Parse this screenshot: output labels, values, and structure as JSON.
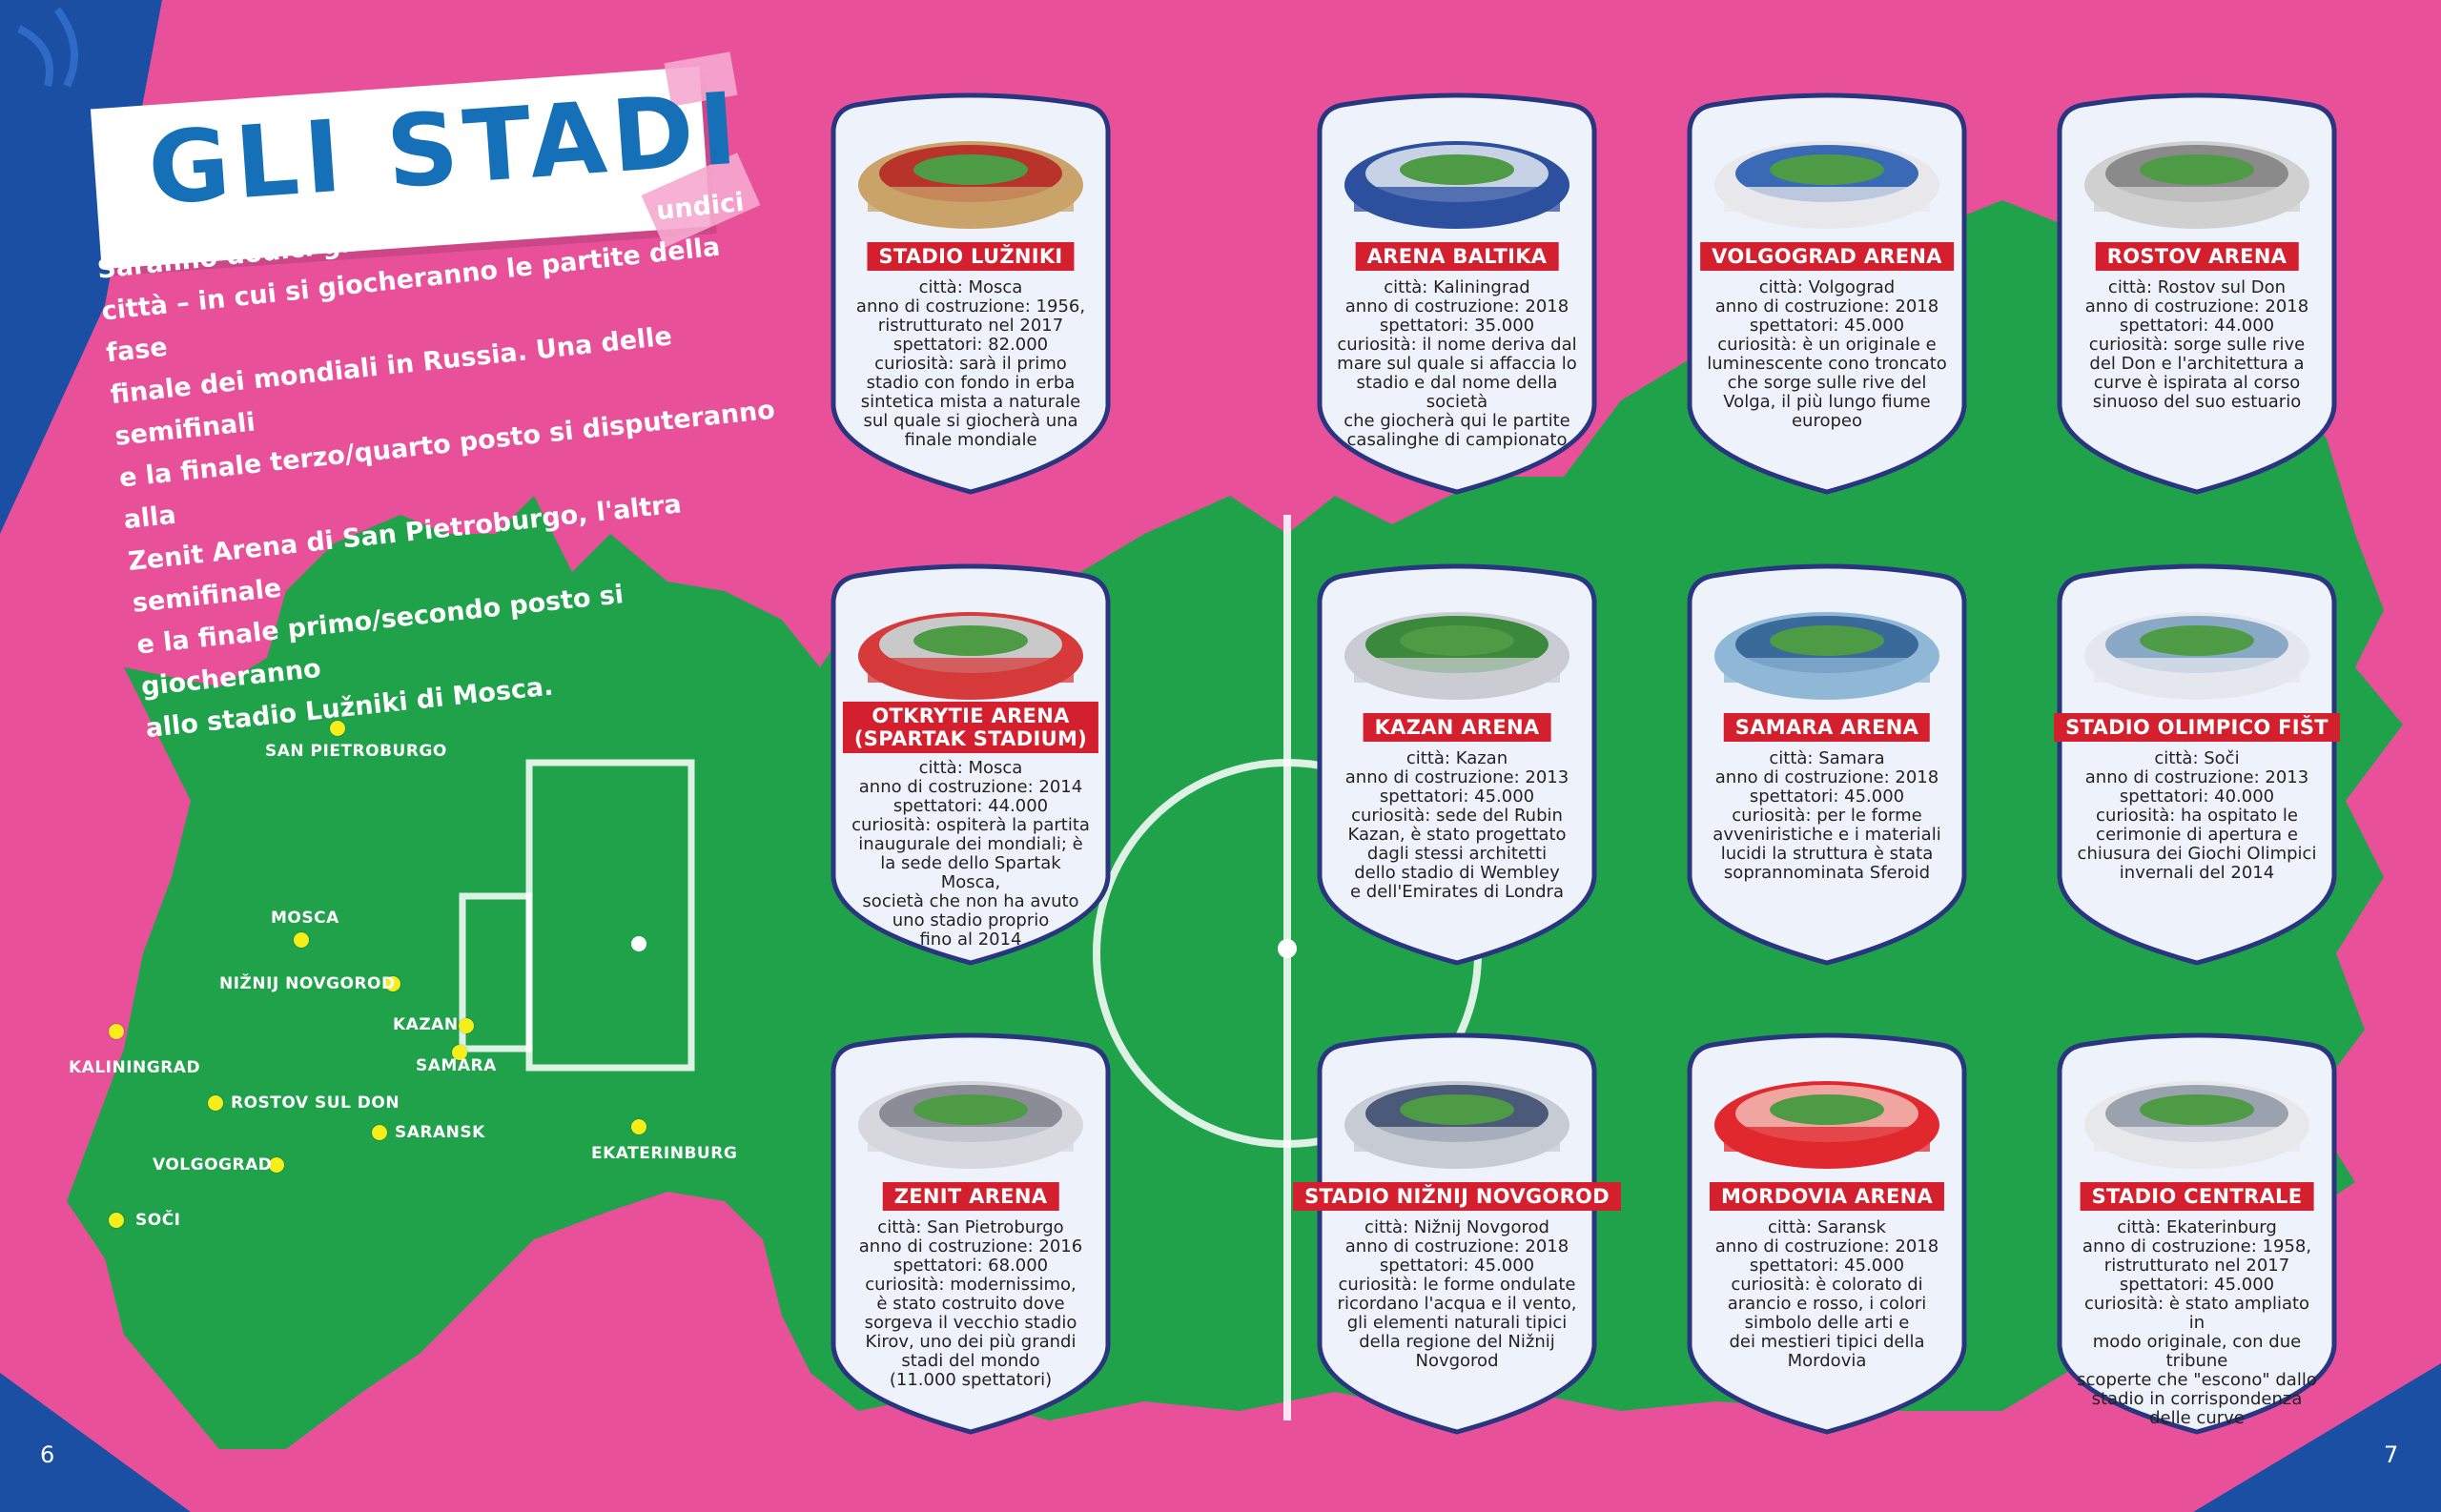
{
  "title": "GLI STADI",
  "intro_lines": [
    "Saranno dodici gli stadi – distribuiti in undici",
    "città – in cui si giocheranno le partite della fase",
    "finale dei mondiali in Russia. Una delle semifinali",
    "e la finale terzo/quarto posto si disputeranno alla",
    "Zenit Arena di San Pietroburgo, l'altra semifinale",
    "e la finale primo/secondo posto si giocheranno",
    "allo stadio Lužniki di Mosca."
  ],
  "map_cities": [
    {
      "name": "SAN PIETROBURGO"
    },
    {
      "name": "MOSCA"
    },
    {
      "name": "NIŽNIJ NOVGOROD"
    },
    {
      "name": "KAZAN"
    },
    {
      "name": "SAMARA"
    },
    {
      "name": "KALININGRAD"
    },
    {
      "name": "ROSTOV SUL DON"
    },
    {
      "name": "SARANSK"
    },
    {
      "name": "EKATERINBURG"
    },
    {
      "name": "VOLGOGRAD"
    },
    {
      "name": "SOČI"
    }
  ],
  "stadiums": [
    {
      "name": "STADIO LUŽNIKI",
      "info": [
        "città: Mosca",
        "anno di costruzione: 1956,",
        "ristrutturato nel 2017",
        "spettatori: 82.000",
        "curiosità: sarà il primo",
        "stadio con fondo in erba",
        "sintetica mista a naturale",
        "sul quale si giocherà una",
        "finale mondiale"
      ]
    },
    {
      "name": "ARENA BALTIKA",
      "info": [
        "città: Kaliningrad",
        "anno di costruzione: 2018",
        "spettatori: 35.000",
        "curiosità: il nome deriva dal",
        "mare sul quale si affaccia lo",
        "stadio e dal nome della società",
        "che giocherà qui le partite",
        "casalinghe di campionato"
      ]
    },
    {
      "name": "VOLGOGRAD ARENA",
      "info": [
        "città: Volgograd",
        "anno di costruzione: 2018",
        "spettatori: 45.000",
        "curiosità: è un originale e",
        "luminescente cono troncato",
        "che sorge sulle rive del",
        "Volga, il più lungo fiume",
        "europeo"
      ]
    },
    {
      "name": "ROSTOV ARENA",
      "info": [
        "città: Rostov sul Don",
        "anno di costruzione: 2018",
        "spettatori: 44.000",
        "curiosità: sorge sulle rive",
        "del Don e l'architettura a",
        "curve è ispirata al corso",
        "sinuoso del suo estuario"
      ]
    },
    {
      "name": "OTKRYTIE ARENA\n(SPARTAK STADIUM)",
      "info": [
        "città: Mosca",
        "anno di costruzione: 2014",
        "spettatori: 44.000",
        "curiosità: ospiterà la partita",
        "inaugurale dei mondiali; è",
        "la sede dello Spartak Mosca,",
        "società che non ha avuto",
        "uno stadio proprio",
        "fino al 2014"
      ]
    },
    {
      "name": "KAZAN ARENA",
      "info": [
        "città: Kazan",
        "anno di costruzione: 2013",
        "spettatori: 45.000",
        "curiosità: sede del Rubin",
        "Kazan, è stato progettato",
        "dagli stessi architetti",
        "dello stadio di Wembley",
        "e dell'Emirates di Londra"
      ]
    },
    {
      "name": "SAMARA ARENA",
      "info": [
        "città: Samara",
        "anno di costruzione: 2018",
        "spettatori: 45.000",
        "curiosità: per le forme",
        "avveniristiche e i materiali",
        "lucidi la struttura è stata",
        "soprannominata Sferoid"
      ]
    },
    {
      "name": "STADIO OLIMPICO FIŠT",
      "info": [
        "città: Soči",
        "anno di costruzione: 2013",
        "spettatori: 40.000",
        "curiosità: ha ospitato le",
        "cerimonie di apertura e",
        "chiusura dei Giochi Olimpici",
        "invernali del 2014"
      ]
    },
    {
      "name": "ZENIT ARENA",
      "info": [
        "città: San Pietroburgo",
        "anno di costruzione: 2016",
        "spettatori: 68.000",
        "curiosità: modernissimo,",
        "è stato costruito dove",
        "sorgeva il vecchio stadio",
        "Kirov, uno dei più grandi",
        "stadi del mondo",
        "(11.000 spettatori)"
      ]
    },
    {
      "name": "STADIO NIŽNIJ NOVGOROD",
      "info": [
        "città: Nižnij Novgorod",
        "anno di costruzione: 2018",
        "spettatori: 45.000",
        "curiosità: le forme ondulate",
        "ricordano l'acqua e il vento,",
        "gli elementi naturali tipici",
        "della regione del Nižnij",
        "Novgorod"
      ]
    },
    {
      "name": "MORDOVIA ARENA",
      "info": [
        "città: Saransk",
        "anno di costruzione: 2018",
        "spettatori: 45.000",
        "curiosità: è colorato di",
        "arancio e rosso, i colori",
        "simbolo delle arti e",
        "dei mestieri tipici della",
        "Mordovia"
      ]
    },
    {
      "name": "STADIO CENTRALE",
      "info": [
        "città: Ekaterinburg",
        "anno di costruzione: 1958,",
        "ristrutturato nel 2017",
        "spettatori: 45.000",
        "curiosità: è stato ampliato in",
        "modo originale, con due tribune",
        "scoperte che \"escono\" dallo",
        "stadio in corrispondenza",
        "delle curve"
      ]
    }
  ],
  "page_left": "6",
  "page_right": "7",
  "colors": {
    "background": "#e8519a",
    "map": "#1fa24a",
    "title": "#1670b8",
    "badge": "#d4202e",
    "card_border": "#2a3580"
  }
}
